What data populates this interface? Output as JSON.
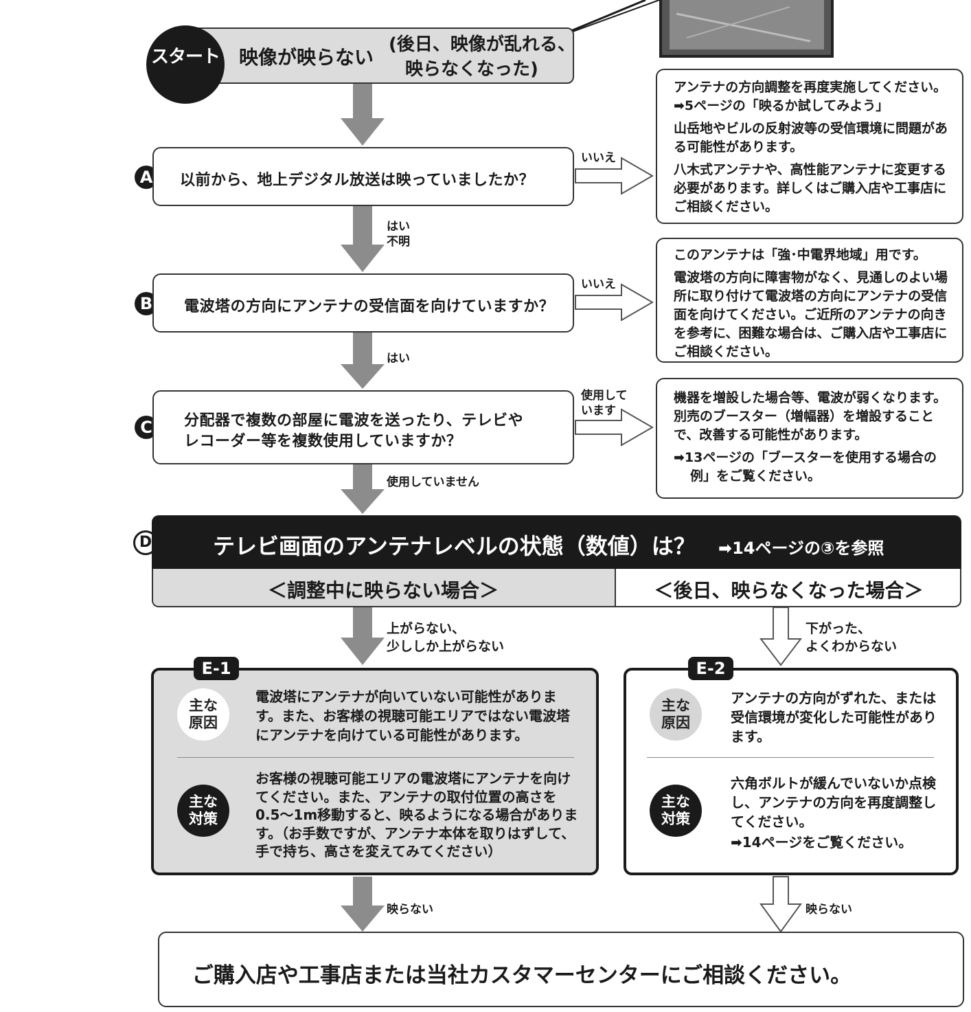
{
  "start": {
    "label": "スタート",
    "main": "映像が映らない",
    "sub_line1": "(後日、映像が乱れる、",
    "sub_line2": "映らなくなった)"
  },
  "questions": [
    {
      "letter": "A",
      "text": "以前から、地上デジタル放送は映っていましたか？",
      "no_label": "いいえ",
      "yes_label_line1": "はい",
      "yes_label_line2": "不明"
    },
    {
      "letter": "B",
      "text": "電波塔の方向にアンテナの受信面を向けていますか？",
      "no_label": "いいえ",
      "yes_label_line1": "はい"
    },
    {
      "letter": "C",
      "text_line1": "分配器で複数の部屋に電波を送ったり、テレビや",
      "text_line2": "レコーダー等を複数使用していますか？",
      "no_label_line1": "使用して",
      "no_label_line2": "います",
      "yes_label_line1": "使用していません"
    }
  ],
  "notes": {
    "a": [
      "アンテナの方向調整を再度実施してください。➡5ページの「映るか試してみよう」",
      "山岳地やビルの反射波等の受信環境に問題がある可能性があります。",
      "八木式アンテナや、高性能アンテナに変更する必要があります。詳しくはご購入店や工事店にご相談ください。"
    ],
    "b": [
      "このアンテナは「強･中電界地域」用です。",
      "電波塔の方向に障害物がなく、見通しのよい場所に取り付けて電波塔の方向にアンテナの受信面を向けてください。ご近所のアンテナの向きを参考に、困難な場合は、ご購入店や工事店にご相談ください。"
    ],
    "c": [
      "機器を増設した場合等、電波が弱くなります。別売のブースター（増幅器）を増設することで、改善する可能性があります。",
      "➡13ページの「ブースターを使用する場合の例」をご覧ください。"
    ]
  },
  "d": {
    "letter": "D",
    "title": "テレビ画面のアンテナレベルの状態（数値）は？",
    "ref": "➡14ページの③を参照",
    "left_case": "＜調整中に映らない場合＞",
    "right_case": "＜後日、映らなくなった場合＞",
    "left_arrow_line1": "上がらない、",
    "left_arrow_line2": "少ししか上がらない",
    "right_arrow_line1": "下がった、",
    "right_arrow_line2": "よくわからない"
  },
  "e1": {
    "tag": "E-1",
    "cause_label_line1": "主な",
    "cause_label_line2": "原因",
    "cause": "電波塔にアンテナが向いていない可能性があります。また、お客様の視聴可能エリアではない電波塔にアンテナを向けている可能性があります。",
    "measure_label_line1": "主な",
    "measure_label_line2": "対策",
    "measure": "お客様の視聴可能エリアの電波塔にアンテナを向けてください。また、アンテナの取付位置の高さを0.5〜1m移動すると、映るようになる場合があります。（お手数ですが、アンテナ本体を取りはずして、手で持ち、高さを変えてみてください）"
  },
  "e2": {
    "tag": "E-2",
    "cause_label_line1": "主な",
    "cause_label_line2": "原因",
    "cause": "アンテナの方向がずれた、または受信環境が変化した可能性があります。",
    "measure_label_line1": "主な",
    "measure_label_line2": "対策",
    "measure": "六角ボルトが緩んでいないか点検し、アンテナの方向を再度調整してください。",
    "measure_ref": "➡14ページをご覧ください。"
  },
  "bottom": {
    "left_arrow_label": "映らない",
    "right_arrow_label": "映らない",
    "final": "ご購入店や工事店または当社カスタマーセンターにご相談ください。"
  }
}
